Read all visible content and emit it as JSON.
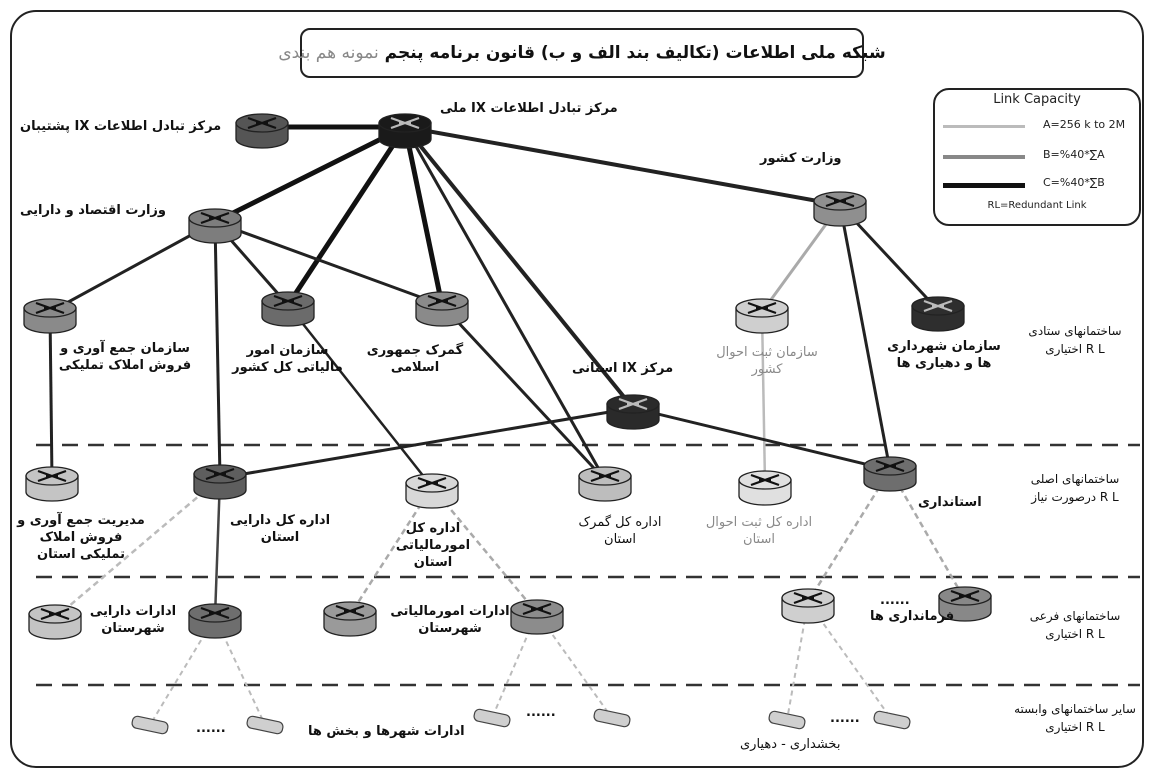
{
  "title": {
    "main": "شبکه ملی اطلاعات (تکالیف بند الف و ب) قانون برنامه پنجم",
    "prefix": "نمونه هم بندی"
  },
  "legend": {
    "title": "Link Capacity",
    "a": "A=256 k to 2M",
    "b": "B=%40*∑A",
    "c": "C=%40*∑B",
    "rl": "RL=Redundant Link"
  },
  "nodes": {
    "national_ix": "مرکز تبادل اطلاعات IX ملی",
    "backup_ix": "مرکز تبادل اطلاعات IX پشتیبان",
    "interior": "وزارت کشور",
    "economy": "وزارت اقتصاد و دارایی",
    "collection_org": "سازمان جمع آوری و فروش املاک تملیکی",
    "tax_org": "سازمان امور مالیاتی کل کشور",
    "customs": "گمرک جمهوری اسلامی",
    "provincial_ix": "مرکز IX استانی",
    "registry_org": "سازمان ثبت احوال کشور",
    "municipal_org": "سازمان شهرداری ها و دهیاری ها",
    "collection_prov": "مدیریت جمع آوری و فروش املاک تملیکی استان",
    "finance_prov": "اداره کل دارایی استان",
    "tax_prov": "اداره کل امورمالیاتی استان",
    "customs_prov": "اداره کل گمرک استان",
    "registry_prov": "اداره کل ثبت احوال استان",
    "governorate": "استانداری",
    "finance_city": "ادارات دارایی شهرستان",
    "tax_city": "ادارات امورمالیاتی شهرستان",
    "governors": "فرمانداری ها",
    "city_offices": "ادارات شهرها و بخش ها",
    "district": "بخشداری - دهیاری"
  },
  "tiers": {
    "staff": [
      "ساختمانهای ستادی",
      "R L اختیاری"
    ],
    "main": [
      "ساختمانهای اصلی",
      "R L درصورت نیاز"
    ],
    "sub": [
      "ساختمانهای فرعی",
      "R L اختیاری"
    ],
    "other": [
      "سایر ساختمانهای وابسته",
      "R L اختیاری"
    ]
  },
  "dots": "......"
}
